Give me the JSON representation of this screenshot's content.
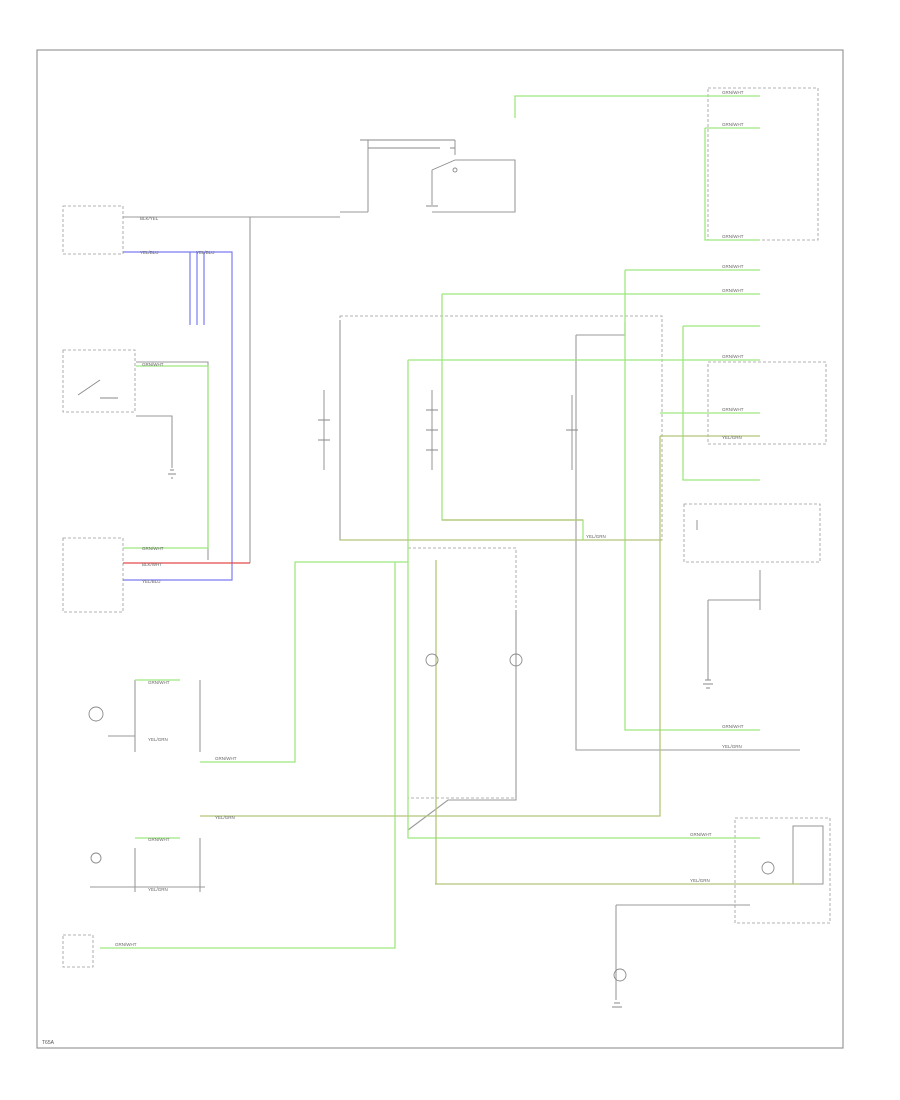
{
  "labels": {
    "code": "T65A"
  },
  "wires": {
    "grn_wht": "GRN/WHT",
    "yel_grn": "YEL/GRN",
    "blk_yel": "BLK/YEL",
    "yel_blu": "YEL/BLU",
    "blk_wht": "BLK/WHT"
  },
  "colors": {
    "green": "#9ee87e",
    "green_yellow": "#b4c57a",
    "gray": "#9a9a9a",
    "blue": "#7c7cf2",
    "red": "#e34a4a"
  }
}
